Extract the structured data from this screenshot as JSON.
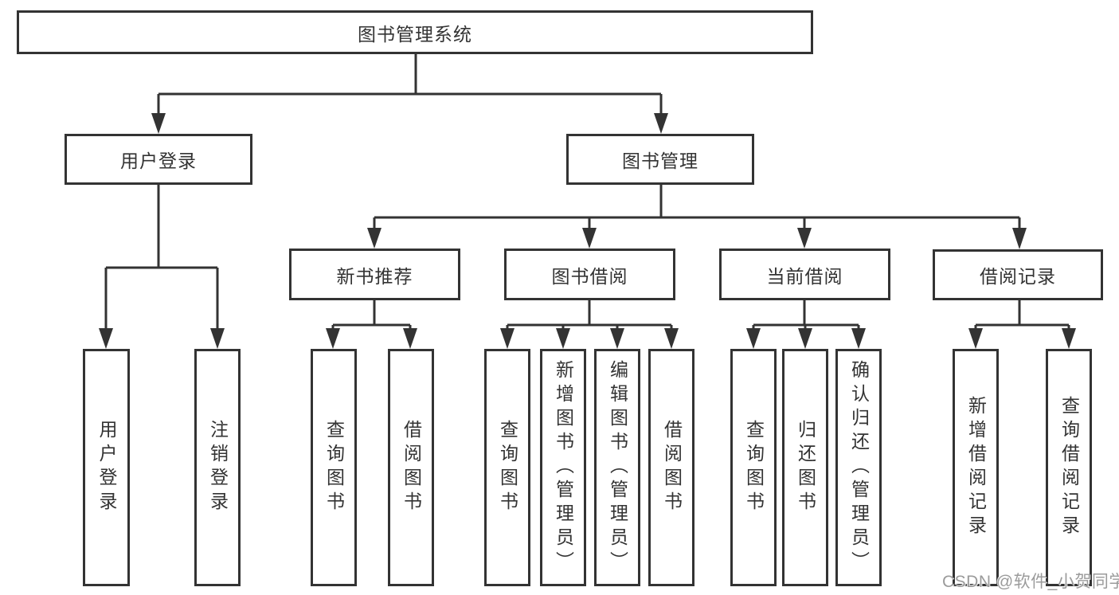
{
  "tree": {
    "root": {
      "label": "图书管理系统"
    },
    "branches": [
      {
        "label": "用户登录",
        "children": [
          {
            "label": "用户登录"
          },
          {
            "label": "注销登录"
          }
        ]
      },
      {
        "label": "图书管理",
        "children": [
          {
            "label": "新书推荐",
            "children": [
              {
                "label": "查询图书"
              },
              {
                "label": "借阅图书"
              }
            ]
          },
          {
            "label": "图书借阅",
            "children": [
              {
                "label": "查询图书"
              },
              {
                "label": "新增图书（管理员）"
              },
              {
                "label": "编辑图书（管理员）"
              },
              {
                "label": "借阅图书"
              }
            ]
          },
          {
            "label": "当前借阅",
            "children": [
              {
                "label": "查询图书"
              },
              {
                "label": "归还图书"
              },
              {
                "label": "确认归还（管理员）"
              }
            ]
          },
          {
            "label": "借阅记录",
            "children": [
              {
                "label": "新增借阅记录"
              },
              {
                "label": "查询借阅记录"
              }
            ]
          }
        ]
      }
    ]
  },
  "watermark": "CSDN @软件_小贺同学",
  "colors": {
    "line": "#333333",
    "text": "#333333",
    "watermark": "#9b9b9b",
    "bg": "#ffffff"
  }
}
